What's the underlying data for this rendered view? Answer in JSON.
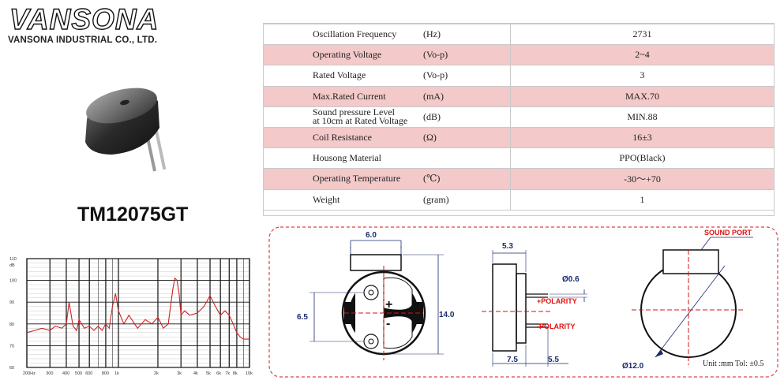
{
  "brand": {
    "logo_text": "VANSONA",
    "company": "VANSONA INDUSTRIAL CO., LTD."
  },
  "product": {
    "model": "TM12075GT"
  },
  "specs": [
    {
      "param": "Oscillation Frequency",
      "unit": "(Hz)",
      "value": "2731"
    },
    {
      "param": "Operating Voltage",
      "unit": "(Vo-p)",
      "value": "2~4"
    },
    {
      "param": "Rated Voltage",
      "unit": "(Vo-p)",
      "value": "3"
    },
    {
      "param": "Max.Rated Current",
      "unit": "(mA)",
      "value": "MAX.70"
    },
    {
      "param": "Sound pressure Level at 10cm at Rated Voltage",
      "param_line1": "Sound pressure Level",
      "param_line2": "at 10cm at Rated Voltage",
      "unit": "(dB)",
      "value": "MIN.88"
    },
    {
      "param": "Coil Resistance",
      "unit": "(Ω)",
      "value": "16±3"
    },
    {
      "param": "Housong Material",
      "unit": "",
      "value": "PPO(Black)"
    },
    {
      "param": "Operating Temperature",
      "unit": "(℃)",
      "value": "-30～+70"
    },
    {
      "param": "Weight",
      "unit": "(gram)",
      "value": "1"
    }
  ],
  "chart_data": {
    "type": "line",
    "x_scale": "log",
    "y_range": [
      60,
      110
    ],
    "y_ticks": [
      "110",
      "100",
      "90",
      "80",
      "70",
      "60"
    ],
    "y_unit_label": "dB",
    "x_ticks": [
      "200Hz",
      "300",
      "400",
      "500",
      "600",
      "800",
      "1k",
      "2k",
      "3k",
      "4k",
      "5k",
      "6k",
      "7k",
      "8k",
      "10k"
    ],
    "series": [
      {
        "x": [
          200,
          230,
          260,
          300,
          330,
          370,
          400,
          420,
          450,
          480,
          500,
          550,
          600,
          650,
          700,
          750,
          800,
          850,
          900,
          950,
          1000,
          1100,
          1200,
          1400,
          1600,
          1800,
          2000,
          2200,
          2400,
          2600,
          2700,
          2800,
          2900,
          3000,
          3200,
          3500,
          4000,
          4500,
          5000,
          5500,
          6000,
          6500,
          7000,
          7500,
          8000,
          8500,
          9000,
          10000
        ],
        "y": [
          76,
          77,
          78,
          77,
          79,
          78,
          80,
          90,
          79,
          77,
          82,
          78,
          79,
          77,
          79,
          77,
          80,
          78,
          88,
          94,
          86,
          80,
          84,
          78,
          82,
          80,
          83,
          78,
          80,
          96,
          101,
          100,
          94,
          84,
          86,
          84,
          85,
          88,
          93,
          88,
          84,
          86,
          84,
          80,
          76,
          74,
          73,
          73
        ]
      }
    ]
  },
  "drawing": {
    "dim_top_width": "6.0",
    "dim_height": "14.0",
    "dim_pin_spacing": "6.5",
    "dim_side_width": "5.3",
    "dim_pin_dia": "Ø0.6",
    "label_pos": "+POLARITY",
    "label_neg": "-POLARITY",
    "dim_body": "7.5",
    "dim_pin_len": "5.5",
    "label_sound_port": "SOUND PORT",
    "dim_diameter": "Ø12.0",
    "unit_note": "Unit :mm  Tol: ±0.5"
  },
  "colors": {
    "pink_row": "#f3c9c9",
    "curve_red": "#cc2222",
    "dim_blue": "#1a2a6c",
    "drawing_red": "#dd1111"
  }
}
